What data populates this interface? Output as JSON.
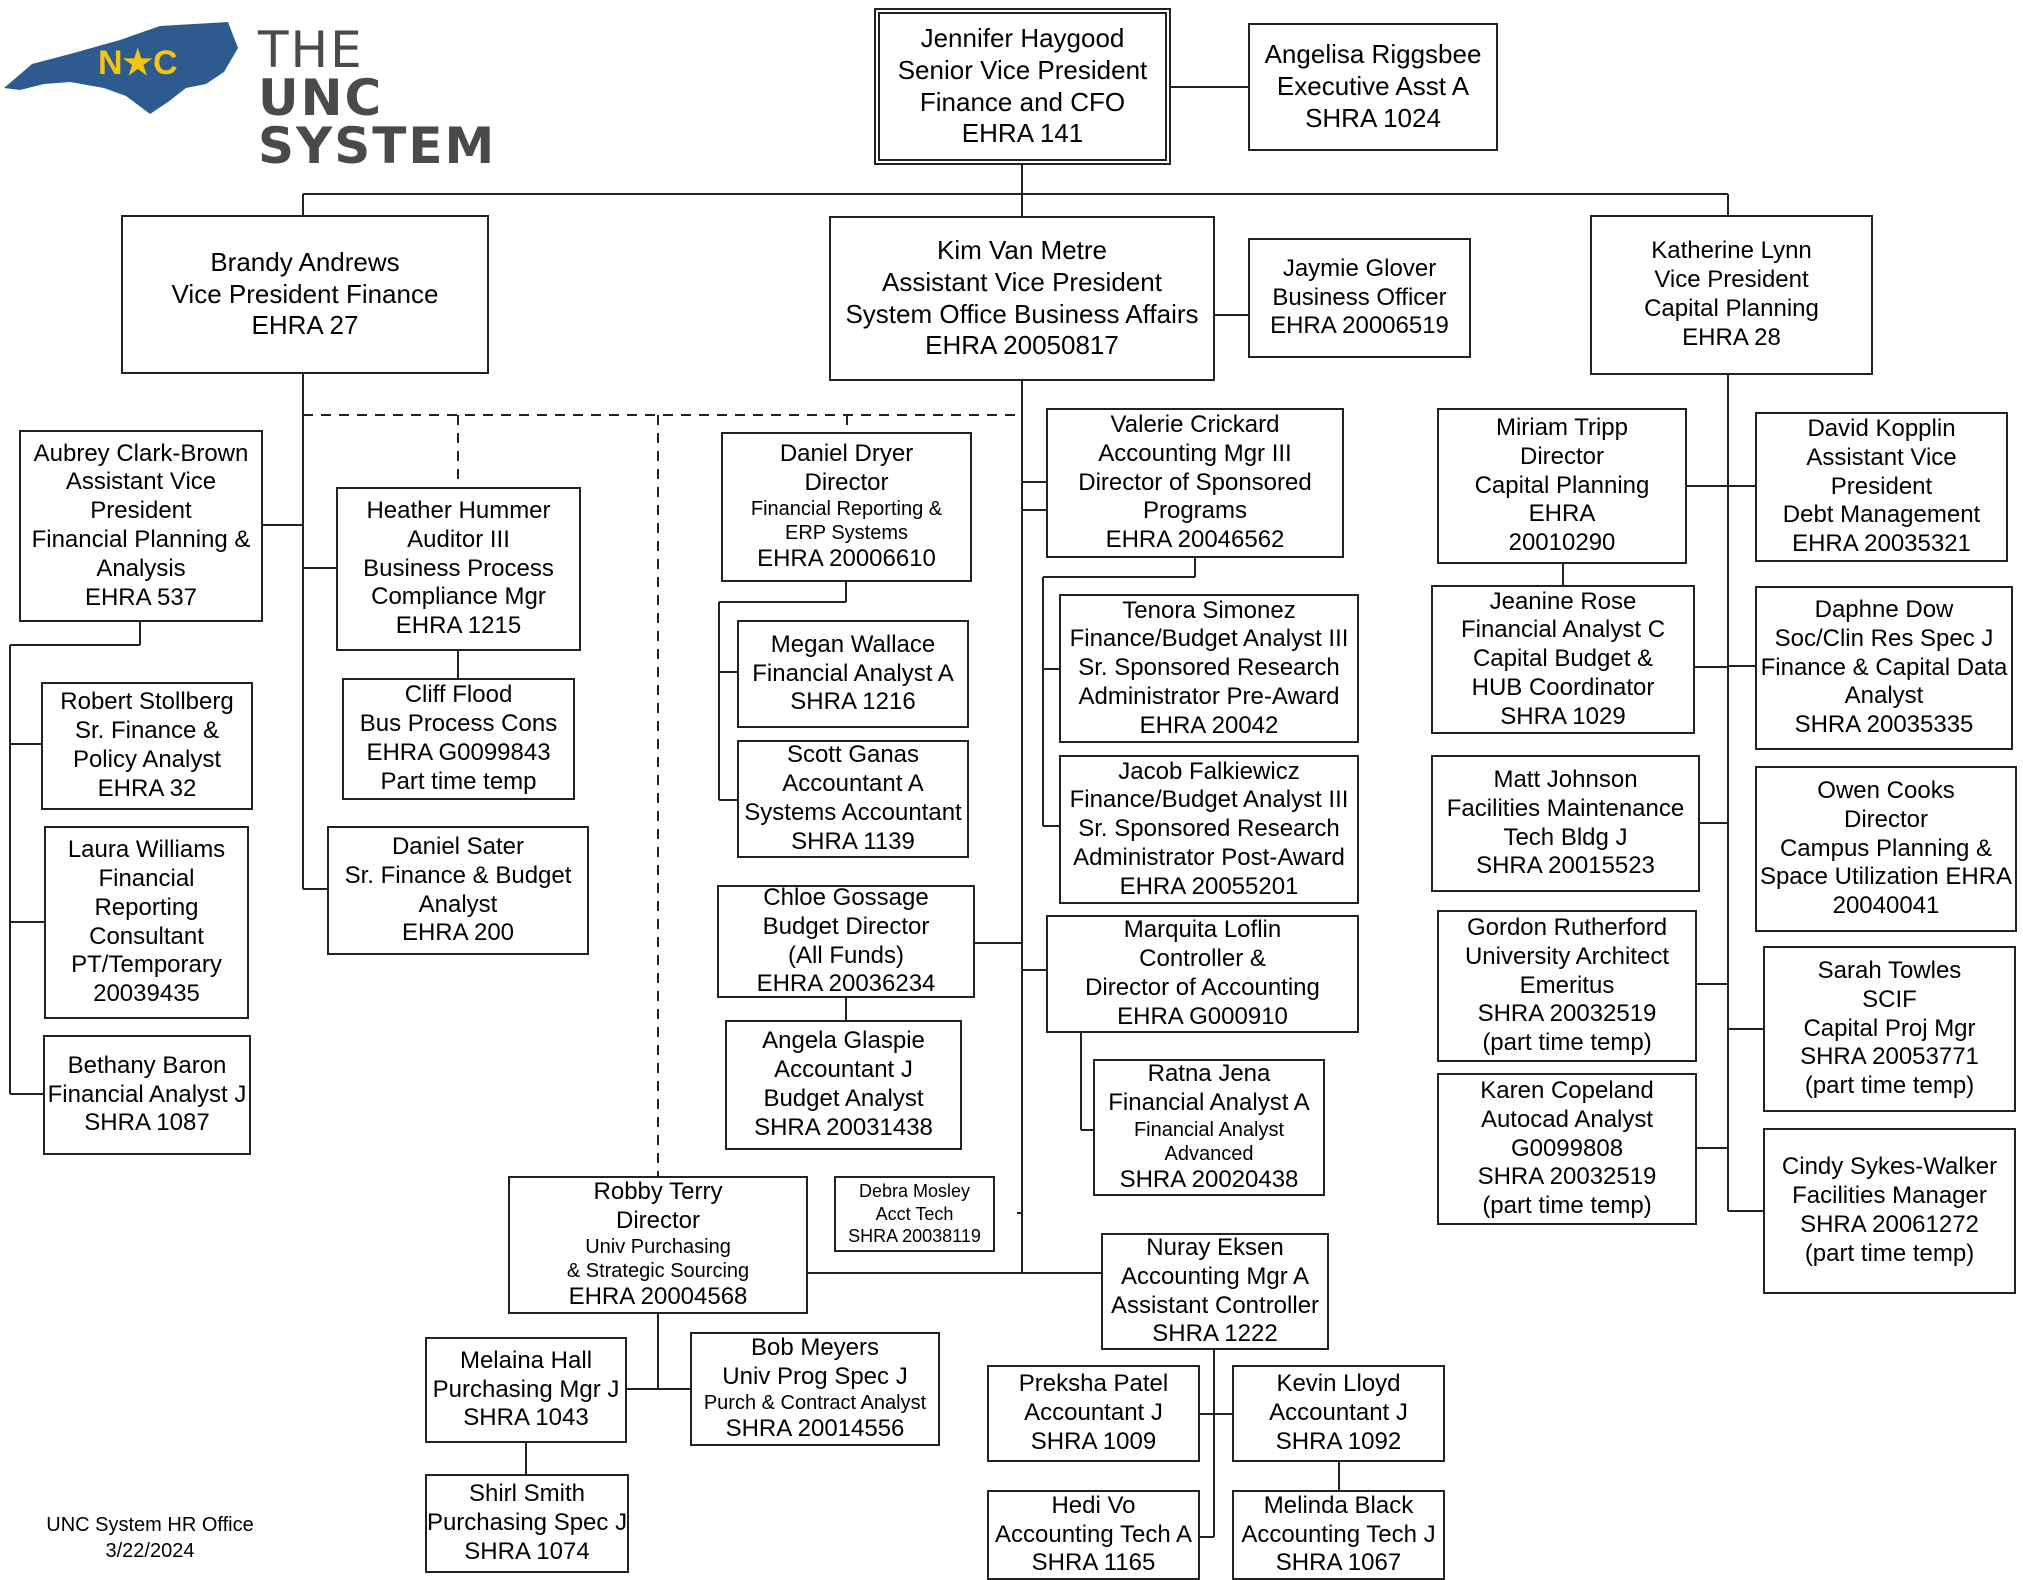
{
  "logo": {
    "badge": "N★C",
    "line1_a": "THE",
    "line1_b": "UNC",
    "line2": "SYSTEM",
    "color": "#2e5b8f"
  },
  "footer": {
    "office": "UNC System HR Office",
    "date": "3/22/2024"
  },
  "positions": {
    "haygood": [
      "Jennifer Haygood",
      "Senior Vice President",
      "Finance and CFO",
      "EHRA 141"
    ],
    "riggsbee": [
      "Angelisa Riggsbee",
      "Executive Asst A",
      "SHRA 1024"
    ],
    "andrews": [
      "Brandy Andrews",
      "Vice President Finance",
      "EHRA 27"
    ],
    "vanmetre": [
      "Kim Van Metre",
      "Assistant Vice President",
      "System Office Business Affairs",
      "EHRA 20050817"
    ],
    "glover": [
      "Jaymie Glover",
      "Business Officer",
      "EHRA 20006519"
    ],
    "lynn": [
      "Katherine Lynn",
      "Vice President",
      "Capital Planning",
      "EHRA 28"
    ],
    "clarkbrown": [
      "Aubrey Clark-Brown",
      "Assistant Vice",
      "President",
      "Financial Planning &",
      "Analysis",
      "EHRA 537"
    ],
    "stollberg": [
      "Robert Stollberg",
      "Sr. Finance &",
      "Policy Analyst",
      "EHRA 32"
    ],
    "williams": [
      "Laura Williams",
      "Financial",
      "Reporting",
      "Consultant",
      "PT/Temporary",
      "20039435"
    ],
    "baron": [
      "Bethany Baron",
      "Financial Analyst J",
      "SHRA 1087"
    ],
    "hummer": [
      "Heather Hummer",
      "Auditor III",
      "Business Process",
      "Compliance Mgr",
      "EHRA 1215"
    ],
    "flood": [
      "Cliff Flood",
      "Bus Process Cons",
      "EHRA G0099843",
      "Part time temp"
    ],
    "sater": [
      "Daniel Sater",
      "Sr. Finance & Budget",
      "Analyst",
      "EHRA 200"
    ],
    "dryer": [
      "Daniel Dryer",
      "Director",
      "Financial Reporting &",
      "ERP Systems",
      "EHRA 20006610"
    ],
    "wallace": [
      "Megan Wallace",
      "Financial Analyst A",
      "SHRA 1216"
    ],
    "ganas": [
      "Scott Ganas",
      "Accountant A",
      "Systems Accountant",
      "SHRA 1139"
    ],
    "gossage": [
      "Chloe Gossage",
      "Budget Director",
      "(All Funds)",
      "EHRA 20036234"
    ],
    "glaspie": [
      "Angela Glaspie",
      "Accountant J",
      "Budget Analyst",
      "SHRA 20031438"
    ],
    "terry": [
      "Robby Terry",
      "Director",
      "Univ Purchasing",
      "& Strategic Sourcing",
      "EHRA 20004568"
    ],
    "mosley": [
      "Debra Mosley",
      "Acct Tech",
      "SHRA 20038119"
    ],
    "hall": [
      "Melaina Hall",
      "Purchasing Mgr J",
      "SHRA 1043"
    ],
    "meyers": [
      "Bob Meyers",
      "Univ Prog Spec J",
      "Purch & Contract Analyst",
      "SHRA 20014556"
    ],
    "smith": [
      "Shirl Smith",
      "Purchasing Spec J",
      "SHRA 1074"
    ],
    "crickard": [
      "Valerie Crickard",
      "Accounting Mgr III",
      "Director of Sponsored",
      "Programs",
      "EHRA 20046562"
    ],
    "simonez": [
      "Tenora Simonez",
      "Finance/Budget Analyst III",
      "Sr. Sponsored Research",
      "Administrator Pre-Award",
      "EHRA 20042"
    ],
    "falkiewicz": [
      "Jacob Falkiewicz",
      "Finance/Budget Analyst III",
      "Sr. Sponsored Research",
      "Administrator Post-Award",
      "EHRA 20055201"
    ],
    "loflin": [
      "Marquita Loflin",
      "Controller &",
      "Director of Accounting",
      "EHRA G000910"
    ],
    "jena": [
      "Ratna Jena",
      "Financial Analyst A",
      "Financial Analyst",
      "Advanced",
      "SHRA 20020438"
    ],
    "eksen": [
      "Nuray Eksen",
      "Accounting Mgr A",
      "Assistant Controller",
      "SHRA 1222"
    ],
    "patel": [
      "Preksha Patel",
      "Accountant J",
      "SHRA 1009"
    ],
    "lloyd": [
      "Kevin Lloyd",
      "Accountant J",
      "SHRA 1092"
    ],
    "vo": [
      "Hedi Vo",
      "Accounting Tech A",
      "SHRA 1165"
    ],
    "black": [
      "Melinda Black",
      "Accounting Tech J",
      "SHRA 1067"
    ],
    "tripp": [
      "Miriam Tripp",
      "Director",
      "Capital Planning",
      "EHRA",
      "20010290"
    ],
    "rose": [
      "Jeanine Rose",
      "Financial Analyst C",
      "Capital Budget &",
      "HUB Coordinator",
      "SHRA 1029"
    ],
    "johnson": [
      "Matt Johnson",
      "Facilities Maintenance",
      "Tech  Bldg J",
      "SHRA 20015523"
    ],
    "rutherford": [
      "Gordon Rutherford",
      "University Architect",
      "Emeritus",
      "SHRA 20032519",
      "(part time temp)"
    ],
    "copeland": [
      "Karen Copeland",
      "Autocad Analyst",
      "G0099808",
      "SHRA 20032519",
      "(part time temp)"
    ],
    "kopplin": [
      "David Kopplin",
      "Assistant Vice",
      "President",
      "Debt Management",
      "EHRA 20035321"
    ],
    "dow": [
      "Daphne Dow",
      "Soc/Clin Res Spec J",
      "Finance & Capital Data",
      "Analyst",
      "SHRA 20035335"
    ],
    "cooks": [
      "Owen Cooks",
      "Director",
      "Campus Planning &",
      "Space Utilization EHRA",
      "20040041"
    ],
    "towles": [
      "Sarah Towles",
      "SCIF",
      "Capital Proj Mgr",
      "SHRA 20053771",
      "(part time temp)"
    ],
    "sykeswalker": [
      "Cindy Sykes-Walker",
      "Facilities Manager",
      "SHRA 20061272",
      "(part time temp)"
    ]
  }
}
